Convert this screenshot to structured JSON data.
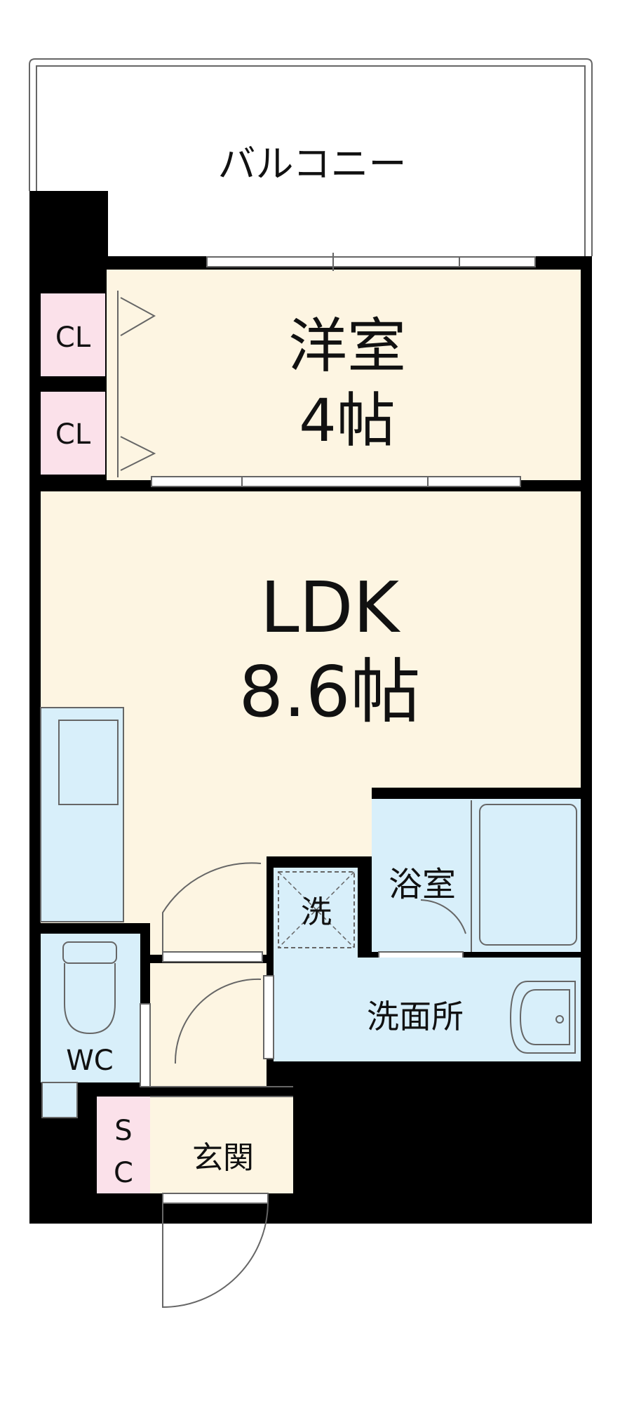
{
  "rooms": {
    "balcony": "バルコニー",
    "western_room": {
      "name": "洋室",
      "size": "4帖"
    },
    "ldk": {
      "name": "LDK",
      "size": "8.6帖"
    },
    "bathroom": "浴室",
    "washroom": "洗面所",
    "washer": "洗",
    "wc": "WC",
    "entrance": "玄関",
    "closet_1": "CL",
    "closet_2": "CL",
    "shoe_closet_top": "S",
    "shoe_closet_bottom": "C"
  },
  "colors": {
    "wall": "#000000",
    "room_floor": "#fdf5e2",
    "wet_area": "#d8effa",
    "closet": "#fbe1ea",
    "outline": "#666666"
  }
}
